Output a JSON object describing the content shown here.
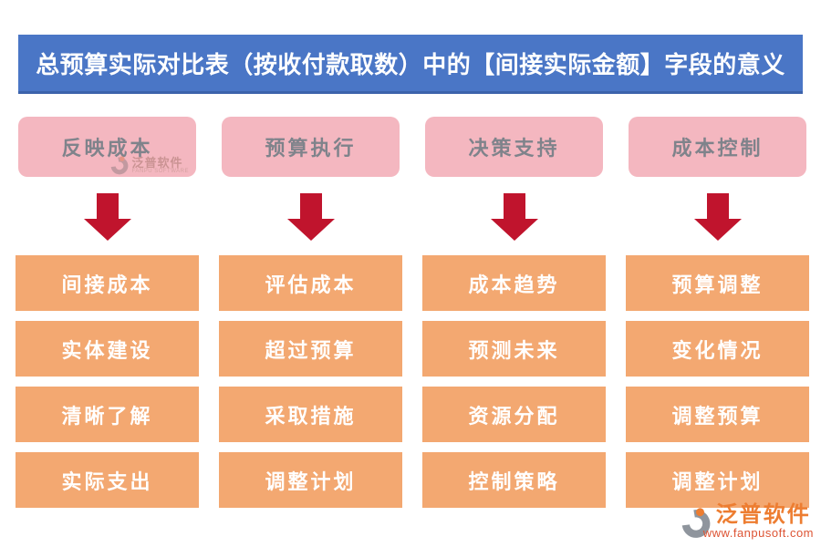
{
  "title": "总预算实际对比表（按收付款取数）中的【间接实际金额】字段的意义",
  "columns": [
    {
      "header": "反映成本",
      "items": [
        "间接成本",
        "实体建设",
        "清晰了解",
        "实际支出"
      ]
    },
    {
      "header": "预算执行",
      "items": [
        "评估成本",
        "超过预算",
        "采取措施",
        "调整计划"
      ]
    },
    {
      "header": "决策支持",
      "items": [
        "成本趋势",
        "预测未来",
        "资源分配",
        "控制策略"
      ]
    },
    {
      "header": "成本控制",
      "items": [
        "预算调整",
        "变化情况",
        "调整预算",
        "调整计划"
      ]
    }
  ],
  "watermark": {
    "brand": "泛普软件",
    "brand_en": "FANPU SOFTWARE"
  },
  "footer_logo": {
    "brand": "泛普软件",
    "url": "www.fanpusoft.com"
  },
  "icons": {
    "down_arrow": "down-arrow-icon",
    "brand": "fanpu-logo-icon"
  },
  "colors": {
    "title_bg": "#4a76c6",
    "title_text": "#ffffff",
    "header_bg": "#f4b7c0",
    "header_text": "#7f838b",
    "item_bg": "#f3a871",
    "item_text": "#ffffff",
    "arrow": "#c0142d",
    "brand_orange": "#ed7d31",
    "brand_red": "#dd5434",
    "logo_gray": "#8f959d"
  }
}
